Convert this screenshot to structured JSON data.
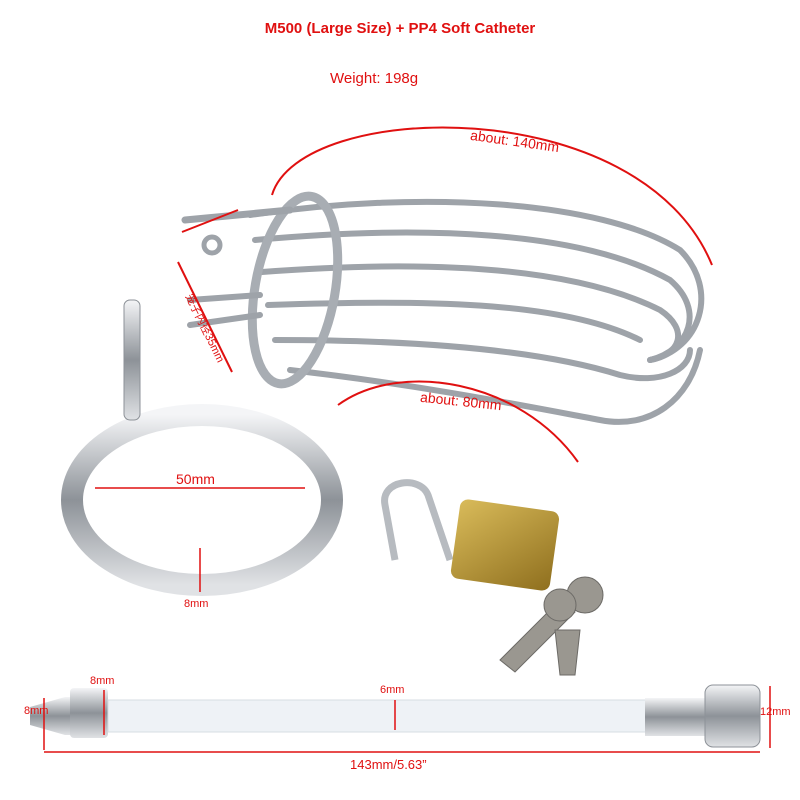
{
  "title": "M500 (Large Size) + PP4 Soft Catheter",
  "weight": "Weight: 198g",
  "cage": {
    "length": "about: 140mm",
    "bottom": "about: 80mm",
    "inner_diameter": "笼子内径35mm"
  },
  "ring": {
    "diameter": "50mm",
    "thickness": "8mm"
  },
  "catheter": {
    "tip_length": "8mm",
    "tip_diameter": "8mm",
    "tube_diameter": "6mm",
    "cap_diameter": "12mm",
    "total_length": "143mm/5.63”"
  },
  "colors": {
    "annotation": "#e01010",
    "metal": "#b8bcc2",
    "brass": "#b8962e"
  }
}
